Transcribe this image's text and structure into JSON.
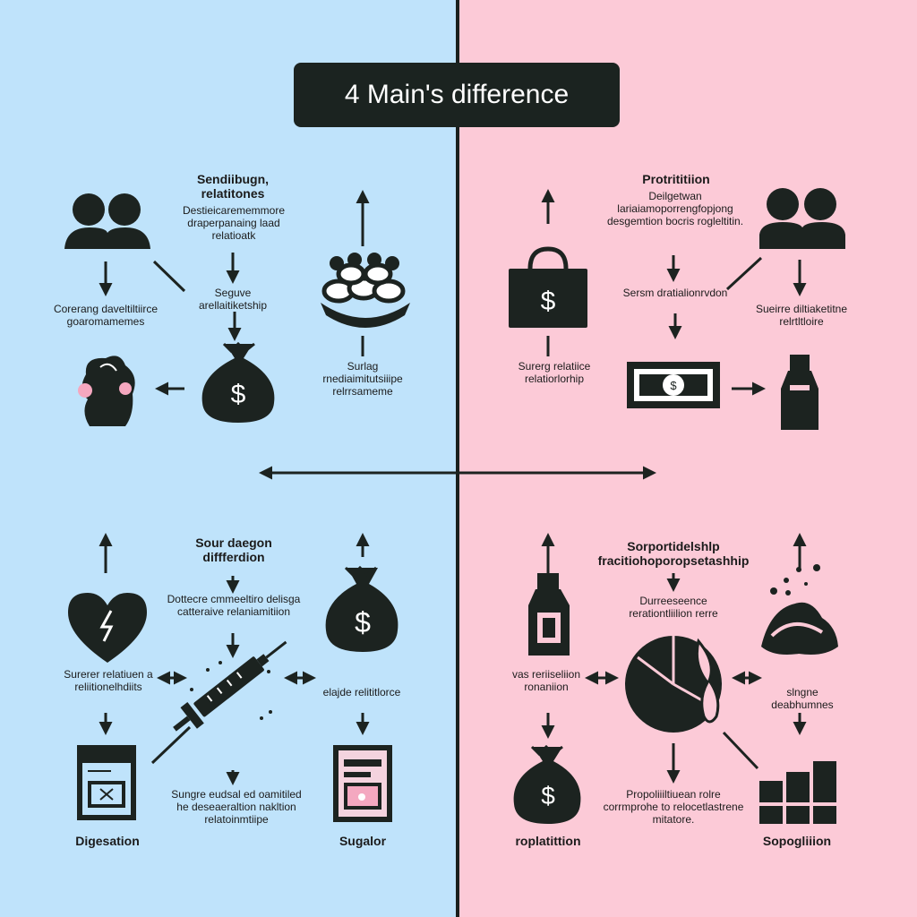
{
  "colors": {
    "left_bg": "#bfe3fb",
    "right_bg": "#fccad7",
    "ink": "#1c2320",
    "accent_pink": "#f5a7bf"
  },
  "title": "4 Main's difference",
  "quadrants": {
    "top_left": {
      "heading": "Sendiibugn, relatitones",
      "description": "Destieicarememmore draperpanaing laad relatioatk",
      "center_label": "Seguve arellaitiketship",
      "left_label": "Corerang daveltiltiirce goaromamemes",
      "right_label": "Surlag rnediaimitutsiiipe relrrsameme"
    },
    "top_right": {
      "heading": "Protrititiion",
      "description": "Deilgetwan lariaiamoporrengfopjong desgemtion bocris rogleltitin.",
      "center_label": "Sersm dratialionrvdon",
      "left_label": "Surerg relatiice relatiorlorhip",
      "right_label": "Sueirre diltiaketitne relrtltloire"
    },
    "bottom_left": {
      "heading": "Sour daegon diffferdion",
      "description": "Dottecre cmmeeltiro delisga catteraive relaniamitiion",
      "left_label": "Surerer relatiuen a reliitionelhdiits",
      "right_label": "elajde relititlorce",
      "center_label": "Sungre eudsal ed oamitiled he deseaeraltion nakltion relatoinmtiipe",
      "label_left": "Digesation",
      "label_right": "Sugalor"
    },
    "bottom_right": {
      "heading": "Sorportidelshlp fracitiohoporopsetashhip",
      "description": "Durreeseence rerationtliilion rerre",
      "left_label": "vas reriiseliion ronaniion",
      "right_label": "slngne deabhumnes",
      "center_label": "Propoliiiltiuean rolre corrmprohe to relocetlastrene mitatore.",
      "label_left": "roplatittion",
      "label_right": "Sopogliiion"
    }
  },
  "icons": [
    "people-icon",
    "money-bag-icon",
    "food-bowl-icon",
    "character-icon",
    "shopping-bag-icon",
    "people-icon",
    "banknote-icon",
    "bottle-icon",
    "heart-icon",
    "syringe-icon",
    "money-bag-icon",
    "document-icon",
    "display-icon",
    "bottle-icon",
    "pie-chart-icon",
    "mountain-icon",
    "money-bag-icon",
    "bar-blocks-icon"
  ]
}
